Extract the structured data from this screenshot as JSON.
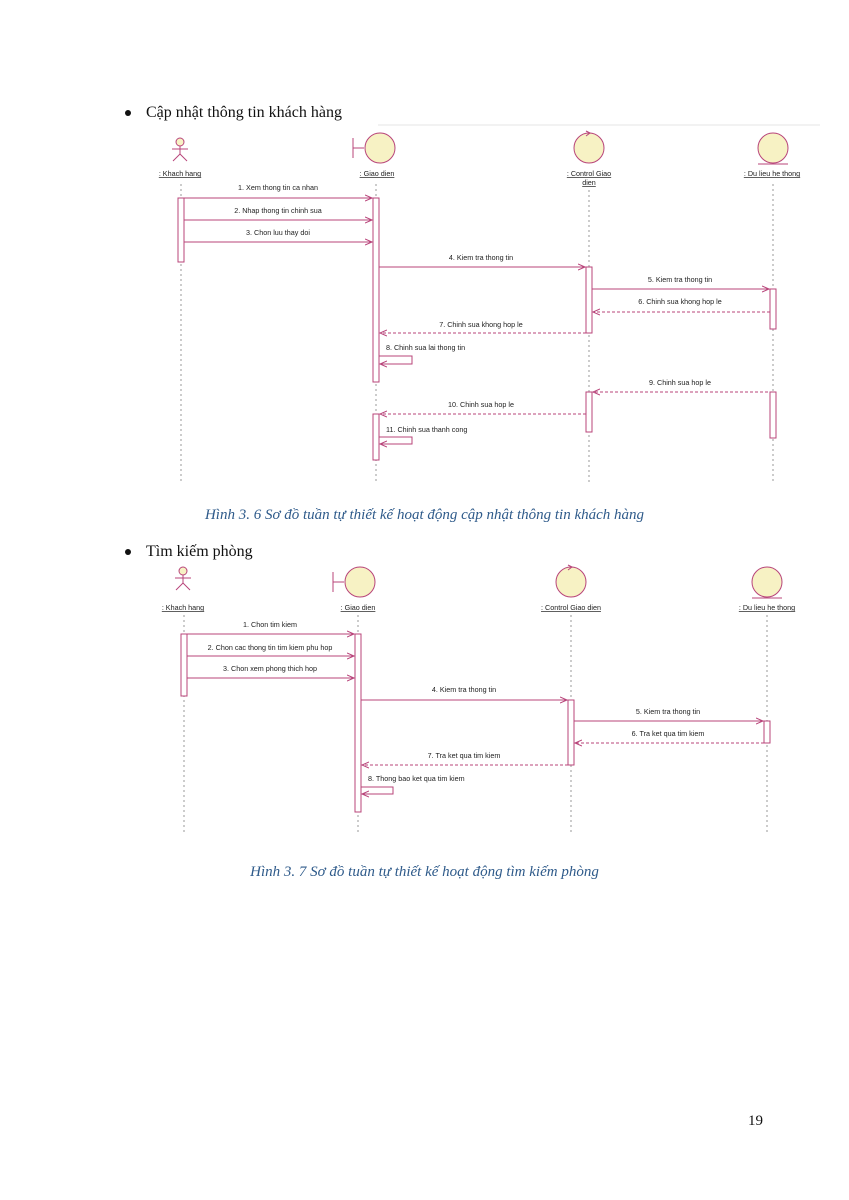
{
  "section1": {
    "bullet": "Cập nhật thông tin khách hàng",
    "caption": "Hình 3. 6 Sơ đồ tuần tự thiết kế hoạt động cập nhật thông tin khách hàng",
    "participants": {
      "actor": ": Khach hang",
      "boundary": ": Giao dien",
      "control_l1": ": Control Giao",
      "control_l2": "dien",
      "entity": ": Du lieu he thong"
    },
    "messages": [
      "1. Xem thong tin ca nhan",
      "2. Nhap thong tin chinh sua",
      "3. Chon luu thay doi",
      "4. Kiem tra thong tin",
      "5. Kiem tra thong tin",
      "6. Chinh sua khong hop le",
      "7. Chinh sua khong hop le",
      "8. Chinh sua lai thong tin",
      "9. Chinh sua hop le",
      "10. Chinh sua hop le",
      "11. Chinh sua thanh cong"
    ]
  },
  "section2": {
    "bullet": "Tìm kiếm phòng",
    "caption": "Hình 3. 7 Sơ đồ tuần tự thiết kế hoạt động tìm kiếm phòng",
    "participants": {
      "actor": ": Khach hang",
      "boundary": ": Giao dien",
      "control": ": Control Giao dien",
      "entity": ": Du lieu he thong"
    },
    "messages": [
      "1. Chon tim kiem",
      "2. Chon cac thong tin tim kiem phu hop",
      "3. Chon xem phong thich hop",
      "4. Kiem tra thong tin",
      "5. Kiem tra thong tin",
      "6. Tra ket qua tim kiem",
      "7. Tra ket qua tim kiem",
      "8. Thong bao ket qua tim kiem"
    ]
  },
  "page_number": "19",
  "colors": {
    "line": "#b8447a",
    "actor_fill": "#f7f2c4",
    "caption": "#2e5a8a"
  }
}
